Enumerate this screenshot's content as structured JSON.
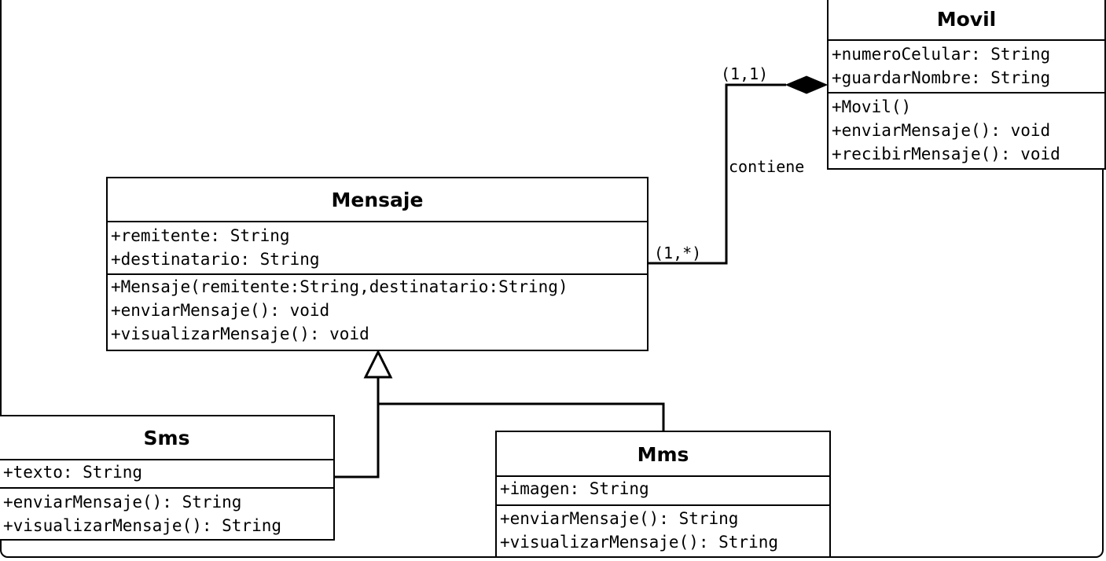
{
  "classes": {
    "movil": {
      "name": "Movil",
      "attributes": [
        "+numeroCelular: String",
        "+guardarNombre: String"
      ],
      "methods": [
        "+Movil()",
        "+enviarMensaje(): void",
        "+recibirMensaje(): void"
      ]
    },
    "mensaje": {
      "name": "Mensaje",
      "attributes": [
        "+remitente: String",
        "+destinatario: String"
      ],
      "methods": [
        "+Mensaje(remitente:String,destinatario:String)",
        "+enviarMensaje(): void",
        "+visualizarMensaje(): void"
      ]
    },
    "sms": {
      "name": "Sms",
      "attributes": [
        "+texto: String"
      ],
      "methods": [
        "+enviarMensaje(): String",
        "+visualizarMensaje(): String"
      ]
    },
    "mms": {
      "name": "Mms",
      "attributes": [
        "+imagen: String"
      ],
      "methods": [
        "+enviarMensaje(): String",
        "+visualizarMensaje(): String"
      ]
    }
  },
  "relations": {
    "composition": {
      "label": "contiene",
      "multiplicity_whole": "(1,1)",
      "multiplicity_part": "(1,*)"
    }
  }
}
